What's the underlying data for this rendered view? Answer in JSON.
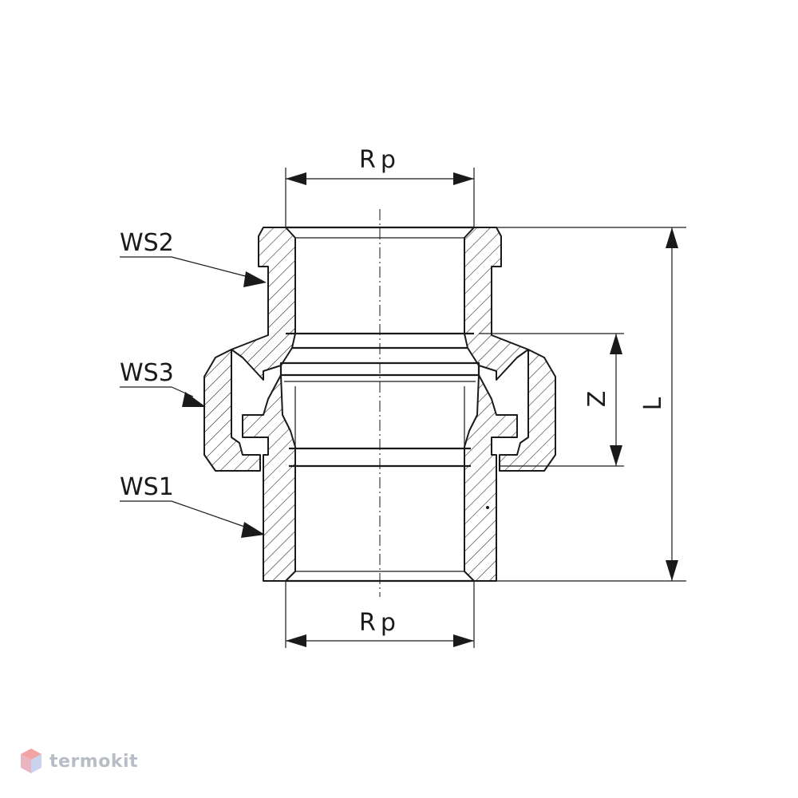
{
  "labels": {
    "top_dimension": "Rp",
    "bottom_dimension": "Rp",
    "ws2": "WS2",
    "ws3": "WS3",
    "ws1": "WS1",
    "z_dimension": "Z",
    "l_dimension": "L"
  },
  "watermark": {
    "text": "termokit",
    "icon": "hexagon-cube-icon"
  },
  "colors": {
    "line": "#1a1a1a",
    "watermark_text": "#b8bcc4",
    "watermark_icon_top": "#f2a3a3",
    "watermark_icon_side": "#c9d3f0"
  }
}
